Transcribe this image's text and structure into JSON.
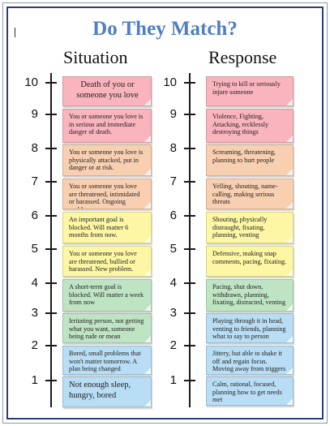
{
  "title": "Do They Match?",
  "columns": {
    "situation": "Situation",
    "response": "Response"
  },
  "scale": [
    "10",
    "9",
    "8",
    "7",
    "6",
    "5",
    "4",
    "3",
    "2",
    "1"
  ],
  "colors": {
    "title": "#4f7fc2",
    "pink": "#f9b4bd",
    "peach": "#f8cfb0",
    "yellow": "#fdf6a4",
    "green": "#bfe4c4",
    "blue": "#b8ddf4",
    "border": "#2b3d7a"
  },
  "situations": [
    {
      "level": "10",
      "text": "Death of you or someone you love"
    },
    {
      "level": "9",
      "text": "You or someone you love is in serious and immediate danger of death."
    },
    {
      "level": "8",
      "text": "You or someone you love is physically attacked, put in danger or at risk."
    },
    {
      "level": "7",
      "text": "You or someone you love are threatened, intimidated or harassed. Ongoing problem."
    },
    {
      "level": "6",
      "text": "An important goal is blocked. Will matter 6 months from now."
    },
    {
      "level": "5",
      "text": "You or someone you love are threatened, bullied or harassed. New problem."
    },
    {
      "level": "4",
      "text": "A short-term goal is blocked. Will matter a week from now"
    },
    {
      "level": "3",
      "text": "Irritating person, not getting what you want, someone being rude or mean"
    },
    {
      "level": "2",
      "text": "Bored, small problems that won't matter tomorrow. A plan being changed"
    },
    {
      "level": "1",
      "text": "Not enough sleep, hungry, bored"
    }
  ],
  "responses": [
    {
      "level": "10",
      "text": "Trying to kill or seriously injure someone"
    },
    {
      "level": "9",
      "text": "Violence, Fighting, Attacking, recklessly destroying things"
    },
    {
      "level": "8",
      "text": "Screaming, threatening, planning to hurt people"
    },
    {
      "level": "7",
      "text": "Yelling, shouting, name-calling, making serious threats"
    },
    {
      "level": "6",
      "text": "Shouting, physically distraught, fixating, planning, venting"
    },
    {
      "level": "5",
      "text": "Defensive, making snap comments, pacing, fixating."
    },
    {
      "level": "4",
      "text": "Pacing, shut down, withdrawn, planning, fixating, distracted, venting"
    },
    {
      "level": "3",
      "text": "Playing through it in head, venting to friends, planning what to say to person"
    },
    {
      "level": "2",
      "text": "Jittery, but able to shake it off and regain focus. Moving away from triggers"
    },
    {
      "level": "1",
      "text": "Calm, rational, focused, planning how to get needs met"
    }
  ]
}
